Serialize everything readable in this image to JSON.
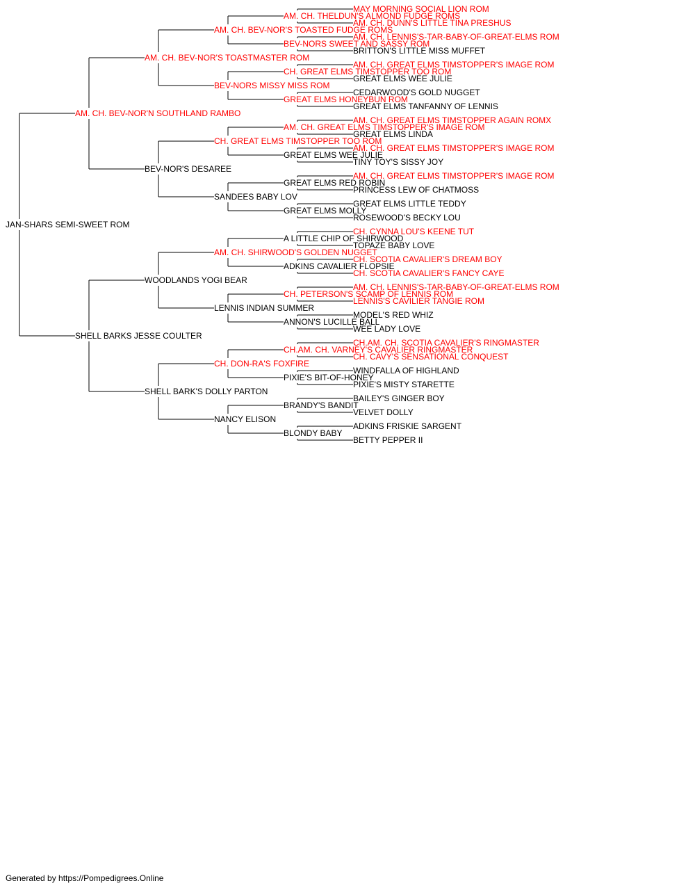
{
  "colors": {
    "champion": "#ff0000",
    "normal": "#000000",
    "line": "#000000"
  },
  "footer": "Generated by https://Pompedigrees.Online",
  "pedigree": {
    "name": "JAN-SHARS SEMI-SWEET ROM",
    "champion": false,
    "sire": {
      "name": "AM. CH. BEV-NOR'N SOUTHLAND RAMBO",
      "champion": true,
      "sire": {
        "name": "AM. CH. BEV-NOR'S TOASTMASTER ROM",
        "champion": true,
        "sire": {
          "name": "AM. CH. BEV-NOR'S TOASTED FUDGE ROMS",
          "champion": true,
          "sire": {
            "name": "AM. CH. THELDUN'S ALMOND FUDGE ROMS",
            "champion": true,
            "sire": {
              "name": "MAY MORNING SOCIAL LION ROM",
              "champion": true
            },
            "dam": {
              "name": "AM. CH. DUNN'S LITTLE TINA PRESHUS",
              "champion": true
            }
          },
          "dam": {
            "name": "BEV-NORS SWEET AND SASSY ROM",
            "champion": true,
            "sire": {
              "name": "AM. CH. LENNIS'S-TAR-BABY-OF-GREAT-ELMS ROM",
              "champion": true
            },
            "dam": {
              "name": "BRITTON'S LITTLE MISS MUFFET",
              "champion": false
            }
          }
        },
        "dam": {
          "name": "BEV-NORS MISSY MISS ROM",
          "champion": true,
          "sire": {
            "name": "CH. GREAT ELMS TIMSTOPPER TOO ROM",
            "champion": true,
            "sire": {
              "name": "AM. CH. GREAT ELMS TIMSTOPPER'S IMAGE ROM",
              "champion": true
            },
            "dam": {
              "name": "GREAT ELMS WEE JULIE",
              "champion": false
            }
          },
          "dam": {
            "name": "GREAT ELMS HONEYBUN ROM",
            "champion": true,
            "sire": {
              "name": "CEDARWOOD'S GOLD NUGGET",
              "champion": false
            },
            "dam": {
              "name": "GREAT ELMS TANFANNY OF LENNIS",
              "champion": false
            }
          }
        }
      },
      "dam": {
        "name": "BEV-NOR'S DESAREE",
        "champion": false,
        "sire": {
          "name": "CH. GREAT ELMS TIMSTOPPER TOO ROM",
          "champion": true,
          "sire": {
            "name": "AM. CH. GREAT ELMS TIMSTOPPER'S IMAGE ROM",
            "champion": true,
            "sire": {
              "name": "AM. CH. GREAT ELMS TIMSTOPPER AGAIN ROMX",
              "champion": true
            },
            "dam": {
              "name": "GREAT ELMS LINDA",
              "champion": false
            }
          },
          "dam": {
            "name": "GREAT ELMS WEE JULIE",
            "champion": false,
            "sire": {
              "name": "AM. CH. GREAT ELMS TIMSTOPPER'S IMAGE ROM",
              "champion": true
            },
            "dam": {
              "name": "TINY TOY'S SISSY JOY",
              "champion": false
            }
          }
        },
        "dam": {
          "name": "SANDEES BABY LOV",
          "champion": false,
          "sire": {
            "name": "GREAT ELMS RED ROBIN",
            "champion": false,
            "sire": {
              "name": "AM. CH. GREAT ELMS TIMSTOPPER'S IMAGE ROM",
              "champion": true
            },
            "dam": {
              "name": "PRINCESS LEW OF CHATMOSS",
              "champion": false
            }
          },
          "dam": {
            "name": "GREAT ELMS MOLLY",
            "champion": false,
            "sire": {
              "name": "GREAT ELMS LITTLE TEDDY",
              "champion": false
            },
            "dam": {
              "name": "ROSEWOOD'S BECKY LOU",
              "champion": false
            }
          }
        }
      }
    },
    "dam": {
      "name": "SHELL BARKS JESSE COULTER",
      "champion": false,
      "sire": {
        "name": "WOODLANDS YOGI BEAR",
        "champion": false,
        "sire": {
          "name": "AM. CH. SHIRWOOD'S GOLDEN NUGGET",
          "champion": true,
          "sire": {
            "name": "A LITTLE CHIP OF SHIRWOOD",
            "champion": false,
            "sire": {
              "name": "CH. CYNNA LOU'S KEENE TUT",
              "champion": true
            },
            "dam": {
              "name": "TOPAZE BABY LOVE",
              "champion": false
            }
          },
          "dam": {
            "name": "ADKINS CAVALIER FLOPSIE",
            "champion": false,
            "sire": {
              "name": "CH. SCOTIA CAVALIER'S DREAM BOY",
              "champion": true
            },
            "dam": {
              "name": "CH. SCOTIA CAVALIER'S FANCY CAYE",
              "champion": true
            }
          }
        },
        "dam": {
          "name": "LENNIS INDIAN SUMMER",
          "champion": false,
          "sire": {
            "name": "CH. PETERSON'S SCAMP OF LENNIS ROM",
            "champion": true,
            "sire": {
              "name": "AM. CH. LENNIS'S-TAR-BABY-OF-GREAT-ELMS ROM",
              "champion": true
            },
            "dam": {
              "name": "LENNIS'S CAVILIER TANGIE ROM",
              "champion": true
            }
          },
          "dam": {
            "name": "ANNON'S LUCILLE BALL",
            "champion": false,
            "sire": {
              "name": "MODEL'S RED WHIZ",
              "champion": false
            },
            "dam": {
              "name": "WEE LADY LOVE",
              "champion": false
            }
          }
        }
      },
      "dam": {
        "name": "SHELL BARK'S DOLLY PARTON",
        "champion": false,
        "sire": {
          "name": "CH. DON-RA'S FOXFIRE",
          "champion": true,
          "sire": {
            "name": "CH.AM. CH. VARNEY'S CAVALIER RINGMASTER",
            "champion": true,
            "sire": {
              "name": "CH.AM. CH. SCOTIA CAVALIER'S RINGMASTER",
              "champion": true
            },
            "dam": {
              "name": "CH. CAVY'S SENSATIONAL CONQUEST",
              "champion": true
            }
          },
          "dam": {
            "name": "PIXIE'S BIT-OF-HONEY",
            "champion": false,
            "sire": {
              "name": "WINDFALLA OF HIGHLAND",
              "champion": false
            },
            "dam": {
              "name": "PIXIE'S MISTY STARETTE",
              "champion": false
            }
          }
        },
        "dam": {
          "name": "NANCY ELISON",
          "champion": false,
          "sire": {
            "name": "BRANDY'S BANDIT",
            "champion": false,
            "sire": {
              "name": "BAILEY'S GINGER BOY",
              "champion": false
            },
            "dam": {
              "name": "VELVET DOLLY",
              "champion": false
            }
          },
          "dam": {
            "name": "BLONDY BABY",
            "champion": false,
            "sire": {
              "name": "ADKINS FRISKIE SARGENT",
              "champion": false
            },
            "dam": {
              "name": "BETTY PEPPER II",
              "champion": false
            }
          }
        }
      }
    }
  }
}
